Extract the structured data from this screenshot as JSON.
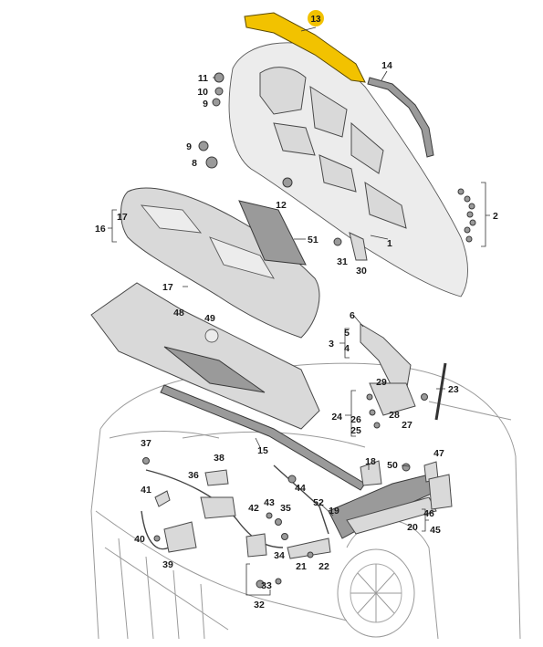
{
  "diagram": {
    "highlight_color": "#f2c200",
    "callouts": [
      {
        "id": "c13",
        "text": "13",
        "highlight": true
      },
      {
        "id": "c14",
        "text": "14"
      },
      {
        "id": "c11",
        "text": "11"
      },
      {
        "id": "c10",
        "text": "10"
      },
      {
        "id": "c9a",
        "text": "9"
      },
      {
        "id": "c9b",
        "text": "9"
      },
      {
        "id": "c8",
        "text": "8"
      },
      {
        "id": "c12",
        "text": "12"
      },
      {
        "id": "c2",
        "text": "2"
      },
      {
        "id": "c16",
        "text": "16"
      },
      {
        "id": "c17a",
        "text": "17"
      },
      {
        "id": "c51",
        "text": "51"
      },
      {
        "id": "c1",
        "text": "1"
      },
      {
        "id": "c31",
        "text": "31"
      },
      {
        "id": "c30",
        "text": "30"
      },
      {
        "id": "c17b",
        "text": "17"
      },
      {
        "id": "c6",
        "text": "6"
      },
      {
        "id": "c48",
        "text": "48"
      },
      {
        "id": "c49",
        "text": "49"
      },
      {
        "id": "c5",
        "text": "5"
      },
      {
        "id": "c3",
        "text": "3"
      },
      {
        "id": "c4",
        "text": "4"
      },
      {
        "id": "c29",
        "text": "29"
      },
      {
        "id": "c23",
        "text": "23"
      },
      {
        "id": "c24",
        "text": "24"
      },
      {
        "id": "c26",
        "text": "26"
      },
      {
        "id": "c28",
        "text": "28"
      },
      {
        "id": "c25",
        "text": "25"
      },
      {
        "id": "c27",
        "text": "27"
      },
      {
        "id": "c15",
        "text": "15"
      },
      {
        "id": "c37",
        "text": "37"
      },
      {
        "id": "c38",
        "text": "38"
      },
      {
        "id": "c18",
        "text": "18"
      },
      {
        "id": "c50",
        "text": "50"
      },
      {
        "id": "c47",
        "text": "47"
      },
      {
        "id": "c36",
        "text": "36"
      },
      {
        "id": "c44",
        "text": "44"
      },
      {
        "id": "c41",
        "text": "41"
      },
      {
        "id": "c42",
        "text": "42"
      },
      {
        "id": "c43",
        "text": "43"
      },
      {
        "id": "c35",
        "text": "35"
      },
      {
        "id": "c52",
        "text": "52"
      },
      {
        "id": "c19",
        "text": "19"
      },
      {
        "id": "c46",
        "text": "46"
      },
      {
        "id": "c20",
        "text": "20"
      },
      {
        "id": "c45",
        "text": "45"
      },
      {
        "id": "c40",
        "text": "40"
      },
      {
        "id": "c34",
        "text": "34"
      },
      {
        "id": "c39",
        "text": "39"
      },
      {
        "id": "c21",
        "text": "21"
      },
      {
        "id": "c22",
        "text": "22"
      },
      {
        "id": "c33",
        "text": "33"
      },
      {
        "id": "c32",
        "text": "32"
      }
    ]
  }
}
